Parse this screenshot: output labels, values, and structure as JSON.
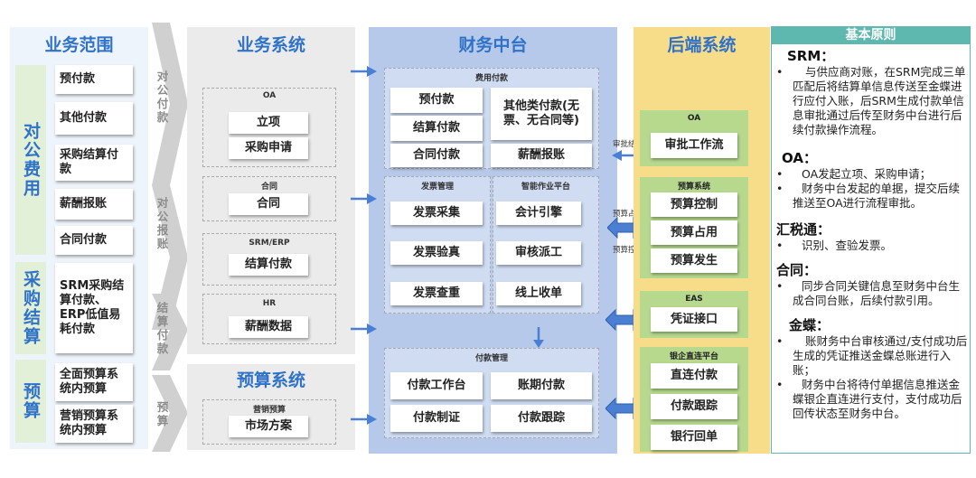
{
  "headers": {
    "scope": "业务范围",
    "business": "业务系统",
    "finance": "财务中台",
    "backend": "后端系统",
    "principles": "基本原则"
  },
  "scope": {
    "groups": [
      {
        "label": "对公费用",
        "items": [
          "预付款",
          "其他付款",
          "采购结算付款",
          "薪酬报账",
          "合同付款"
        ]
      },
      {
        "label": "采购结算",
        "items": [
          "SRM采购结算付款、ERP低值易耗付款"
        ]
      },
      {
        "label": "预算",
        "items": [
          "全面预算系统内预算",
          "营销预算系统内预算"
        ]
      }
    ]
  },
  "chevrons": [
    "对公付款",
    "对公报账",
    "结算付款",
    "预算"
  ],
  "business": {
    "sections": [
      {
        "title": "OA",
        "buttons": [
          "立项",
          "采购申请"
        ]
      },
      {
        "title": "合同",
        "buttons": [
          "合同"
        ]
      },
      {
        "title": "SRM/ERP",
        "buttons": [
          "结算付款"
        ]
      },
      {
        "title": "HR",
        "buttons": [
          "薪酬数据"
        ]
      }
    ],
    "budget_header": "预算系统",
    "budget_section": {
      "title": "营销预算",
      "buttons": [
        "市场方案"
      ]
    }
  },
  "finance": {
    "expense": {
      "title": "费用付款",
      "items": [
        "预付款",
        "结算付款",
        "合同付款",
        "其他类付款(无票、无合同等)",
        "薪酬报账"
      ]
    },
    "invoice": {
      "title": "发票管理",
      "items": [
        "发票采集",
        "发票验真",
        "发票查重"
      ]
    },
    "smart": {
      "title": "智能作业平台",
      "items": [
        "会计引擎",
        "审核派工",
        "线上收单"
      ]
    },
    "payment": {
      "title": "付款管理",
      "items": [
        "付款工作台",
        "付款制证",
        "账期付款",
        "付款跟踪"
      ]
    }
  },
  "connectors": {
    "approval_result": "审批结果",
    "budget_occupy": "预算占用",
    "budget_control": "预算控制"
  },
  "backend": {
    "oa": {
      "title": "OA",
      "items": [
        "审批工作流"
      ]
    },
    "budget": {
      "title": "预算系统",
      "items": [
        "预算控制",
        "预算占用",
        "预算发生"
      ]
    },
    "eas": {
      "title": "EAS",
      "items": [
        "凭证接口"
      ]
    },
    "bank": {
      "title": "银企直连平台",
      "items": [
        "直连付款",
        "付款跟踪",
        "银行回单"
      ]
    }
  },
  "principles": [
    {
      "head": "SRM：",
      "bullets": [
        "与供应商对账，在SRM完成三单匹配后将结算单信息传送至金蝶进行应付入账，后SRM生成付款单信息审批通过后传至财务中台进行后续付款操作流程。"
      ]
    },
    {
      "head": "OA：",
      "bullets": [
        "OA发起立项、采购申请；",
        "财务中台发起的单据，提交后续推送至OA进行流程审批。"
      ]
    },
    {
      "head": "汇税通：",
      "bullets": [
        "识别、查验发票。"
      ]
    },
    {
      "head": "合同：",
      "bullets": [
        "同步合同关键信息至财务中台生成合同台账，后续付款引用。"
      ]
    },
    {
      "head": "金蝶：",
      "bullets": [
        "账财务中台审核通过/支付成功后生成的凭证推送金蝶总账进行入账；",
        "财务中台将待付单据信息推送金蝶银企直连进行支付，支付成功后回传状态至财务中台。"
      ]
    }
  ],
  "colors": {
    "accent_blue": "#2f72c8",
    "scope_bg": "#e3f0d8",
    "business_bg": "#ebebeb",
    "finance_bg": "#b7c9ea",
    "finance_inner": "#cfdcf2",
    "backend_bg": "#f7dc8a",
    "green": "#b6d98e",
    "principles_head_bg": "#5fb8b0"
  },
  "icons": [
    "chevron-arrow-icon",
    "right-arrow-icon",
    "left-arrow-icon",
    "double-arrow-icon",
    "down-arrow-icon"
  ]
}
